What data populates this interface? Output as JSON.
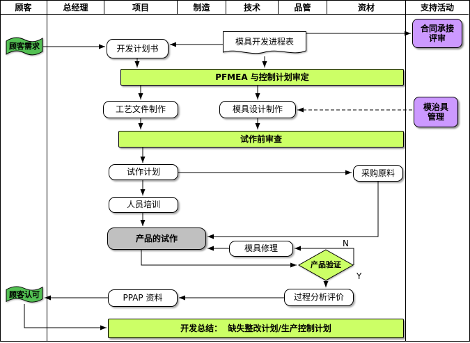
{
  "lanes": [
    "顾客",
    "总经理",
    "项目",
    "制造",
    "技术",
    "品管",
    "资材",
    "支持活动"
  ],
  "nodes": {
    "customer_need": "顾客需求",
    "dev_plan": "开发计划书",
    "mold_schedule": "模具开发进程表",
    "contract_review": "合同承接\n评审",
    "pfmea": "PFMEA 与控制计划审定",
    "process_docs": "工艺文件制作",
    "mold_design": "模具设计制作",
    "jig_mgmt": "模治具\n管理",
    "pre_trial": "试作前审查",
    "trial_plan": "试作计划",
    "purchase": "采购原料",
    "training": "人员培训",
    "product_trial": "产品的试作",
    "mold_repair": "模具修理",
    "verify": "产品验证",
    "ppap": "PPAP 资料",
    "analysis": "过程分析评价",
    "customer_ok": "顾客认可",
    "summary": "开发总结：  缺失整改计划/生产控制计划"
  },
  "branch": {
    "no": "N",
    "yes": "Y"
  },
  "colors": {
    "flag_green": "#53c053",
    "bar_green": "#ccff66",
    "purple": "#cc99ff",
    "gray": "#c0c0c0",
    "line": "#000000",
    "white": "#ffffff"
  }
}
